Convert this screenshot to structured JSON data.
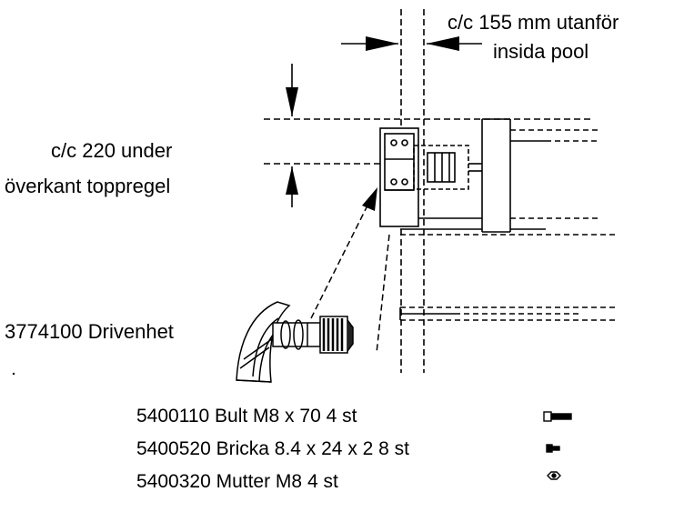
{
  "dimensions": {
    "horizontal": {
      "line1": "c/c 155 mm utanför",
      "line2": "insida pool"
    },
    "vertical": {
      "line1": "c/c 220 under",
      "line2": "överkant toppregel"
    }
  },
  "drive_unit": {
    "label": "3774100 Drivenhet"
  },
  "parts": [
    {
      "label": "5400110 Bult M8 x 70 4 st",
      "icon": "bolt-icon"
    },
    {
      "label": "5400520 Bricka 8.4 x 24 x 2  8 st",
      "icon": "washer-icon"
    },
    {
      "label": "5400320 Mutter M8 4 st",
      "icon": "nut-icon"
    }
  ]
}
